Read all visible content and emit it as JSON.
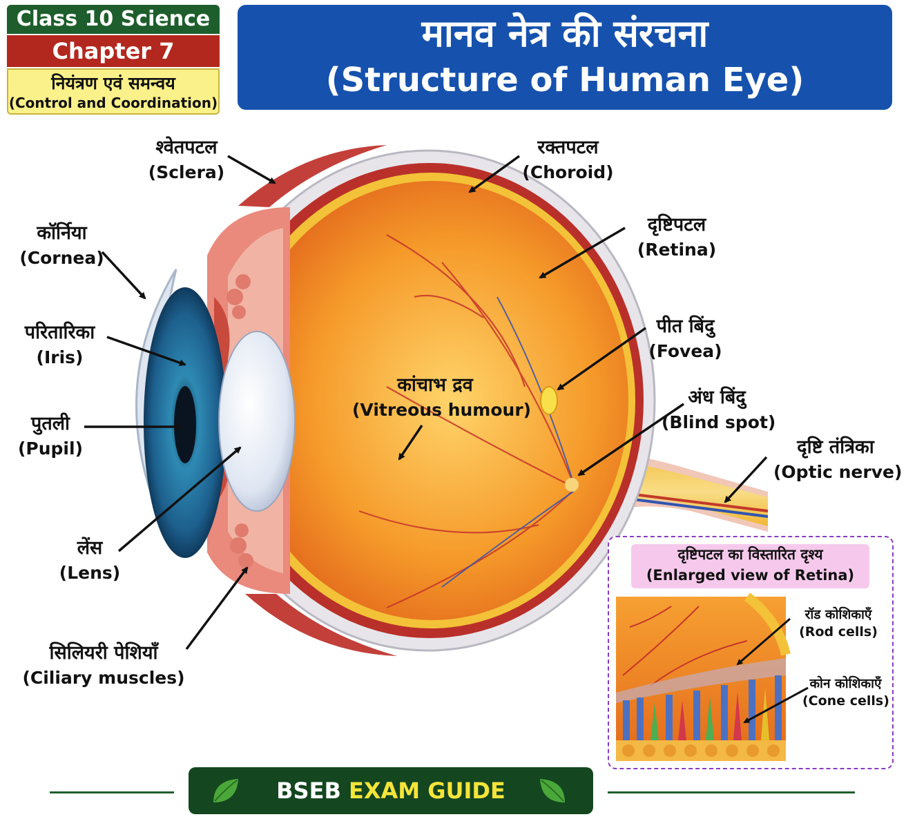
{
  "header": {
    "class_label": "Class 10 Science",
    "chapter_label": "Chapter 7",
    "topic_hi": "नियंत्रण एवं समन्वय",
    "topic_en": "(Control and Coordination)",
    "title_hi": "मानव नेत्र की संरचना",
    "title_en": "(Structure of Human Eye)"
  },
  "labels": {
    "sclera": {
      "hi": "श्वेतपटल",
      "en": "(Sclera)"
    },
    "choroid": {
      "hi": "रक्तपटल",
      "en": "(Choroid)"
    },
    "cornea": {
      "hi": "कॉर्निया",
      "en": "(Cornea)"
    },
    "retina": {
      "hi": "दृष्टिपटल",
      "en": "(Retina)"
    },
    "iris": {
      "hi": "परितारिका",
      "en": "(Iris)"
    },
    "fovea": {
      "hi": "पीत बिंदु",
      "en": "(Fovea)"
    },
    "vitreous": {
      "hi": "कांचाभ द्रव",
      "en": "(Vitreous humour)"
    },
    "pupil": {
      "hi": "पुतली",
      "en": "(Pupil)"
    },
    "blind_spot": {
      "hi": "अंध बिंदु",
      "en": "(Blind spot)"
    },
    "optic_nerve": {
      "hi": "दृष्टि तंत्रिका",
      "en": "(Optic nerve)"
    },
    "lens": {
      "hi": "लेंस",
      "en": "(Lens)"
    },
    "ciliary": {
      "hi": "सिलियरी पेशियाँ",
      "en": "(Ciliary muscles)"
    }
  },
  "inset": {
    "title_hi": "दृष्टिपटल का विस्तारित दृश्य",
    "title_en": "(Enlarged view of Retina)",
    "rod": {
      "hi": "रॉड कोशिकाएँ",
      "en": "(Rod cells)"
    },
    "cone": {
      "hi": "कोन कोशिकाएँ",
      "en": "(Cone cells)"
    }
  },
  "footer": {
    "part1": "BSEB",
    "part2": "EXAM GUIDE"
  },
  "colors": {
    "green": "#1d5e2c",
    "red": "#b2281e",
    "yellow": "#fbf18a",
    "title_blue": "#1652ad",
    "footer_green": "#14461f",
    "footer_yellow": "#f5e43a",
    "inset_border": "#8a3bc1",
    "inset_head": "#f6c9ec"
  },
  "icons": [
    "leaf-icon-left",
    "leaf-icon-right"
  ]
}
